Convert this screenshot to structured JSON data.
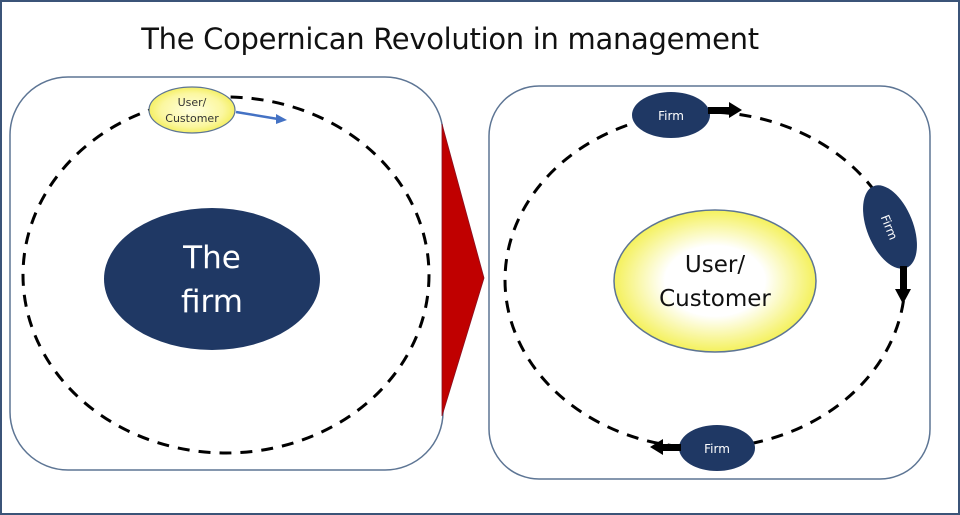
{
  "title": "The Copernican Revolution in management",
  "colors": {
    "frame": "#3b5478",
    "panel_border": "#5d7594",
    "firm_fill": "#1f3864",
    "customer_fill_edge": "#f2ee3c",
    "customer_fill_center": "#ffffff",
    "transition_arrow": "#c00000",
    "orbit": "#000000",
    "left_motion_arrow": "#4472c4"
  },
  "left_panel": {
    "center_label_line1": "The",
    "center_label_line2": "firm",
    "orbiting_label_line1": "User/",
    "orbiting_label_line2": "Customer"
  },
  "right_panel": {
    "center_label_line1": "User/",
    "center_label_line2": "Customer",
    "orbiting_firms": [
      {
        "label": "Firm",
        "position": "top"
      },
      {
        "label": "Firm",
        "position": "right"
      },
      {
        "label": "Firm",
        "position": "bottom"
      }
    ]
  }
}
